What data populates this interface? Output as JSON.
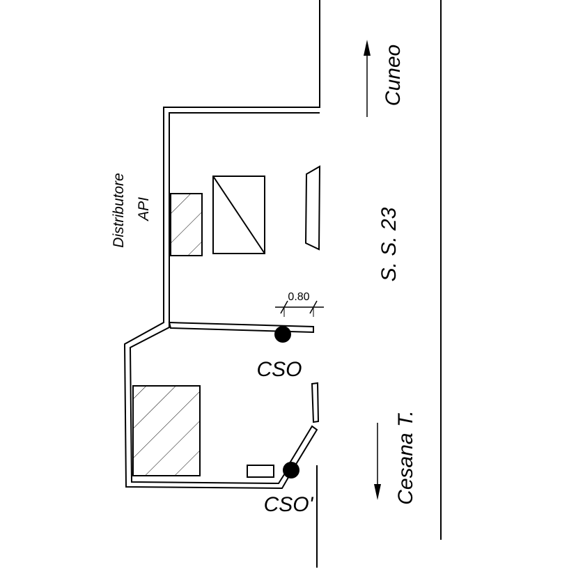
{
  "labels": {
    "road": "S. S. 23",
    "direction_north": "Cuneo",
    "direction_south": "Cesana T.",
    "station_line1": "Distributore",
    "station_line2": "API",
    "point_cso": "CSO",
    "point_cso_prime": "CSO'",
    "dimension": "0.80"
  },
  "colors": {
    "ink": "#000000",
    "background": "#ffffff"
  }
}
